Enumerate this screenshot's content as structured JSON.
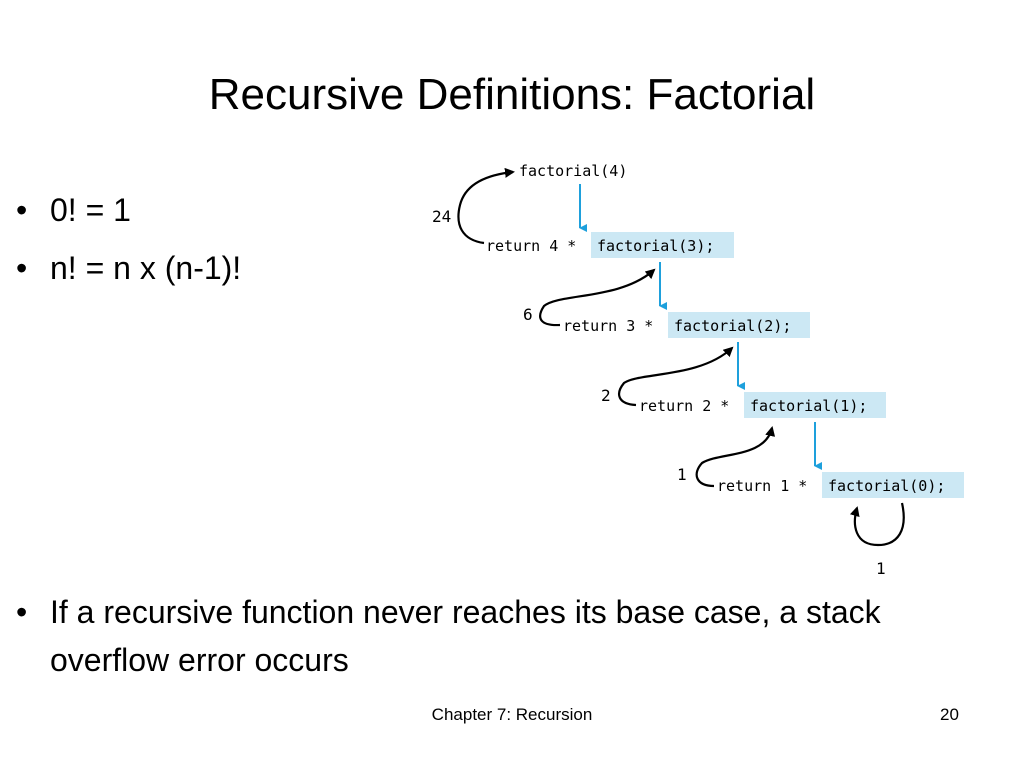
{
  "slide": {
    "title": "Recursive Definitions: Factorial",
    "bullets": [
      "0! = 1",
      "n! = n x (n-1)!",
      "If a recursive function never reaches its base case, a stack overflow error occurs"
    ],
    "bullet_glyph": "•"
  },
  "diagram": {
    "top_call": "factorial(4)",
    "steps": [
      {
        "return_text": "return 4 *",
        "call": "factorial(3);",
        "result": "24"
      },
      {
        "return_text": "return 3 *",
        "call": "factorial(2);",
        "result": "6"
      },
      {
        "return_text": "return 2 *",
        "call": "factorial(1);",
        "result": "2"
      },
      {
        "return_text": "return 1 *",
        "call": "factorial(0);",
        "result": "1"
      }
    ],
    "base_result": "1",
    "colors": {
      "highlight": "#cce8f4",
      "arrow": "#1ea0dc",
      "return_arrow": "#000000"
    }
  },
  "footer": {
    "chapter": "Chapter 7: Recursion",
    "page": "20"
  }
}
